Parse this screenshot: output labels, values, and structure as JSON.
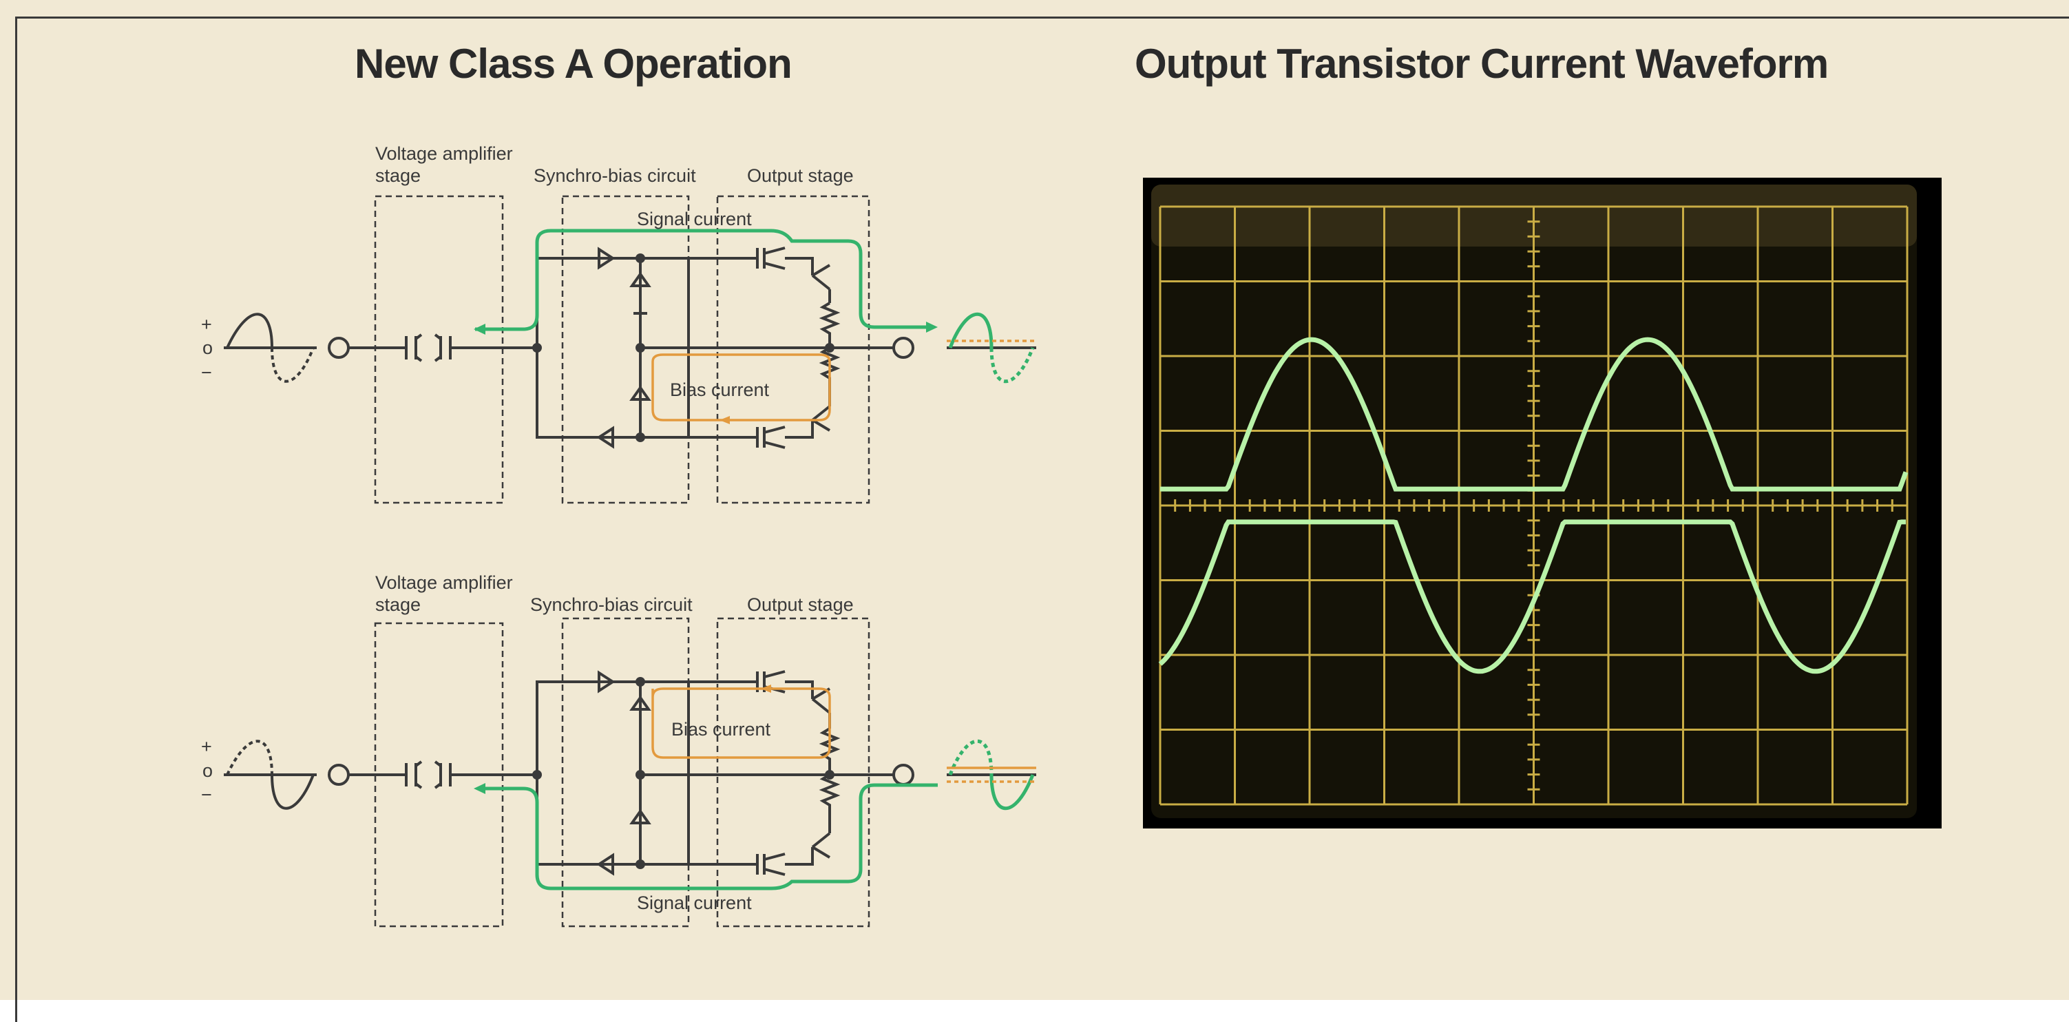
{
  "titles": {
    "left": "New Class A Operation",
    "right": "Output Transistor Current Waveform"
  },
  "circuit_top": {
    "stage_voltage_line1": "Voltage amplifier",
    "stage_voltage_line2": "stage",
    "stage_synchro": "Synchro-bias circuit",
    "stage_output": "Output stage",
    "signal_current": "Signal current",
    "bias_current": "Bias current",
    "input_plus": "+",
    "input_zero": "o",
    "input_minus": "−"
  },
  "circuit_bottom": {
    "stage_voltage_line1": "Voltage amplifier",
    "stage_voltage_line2": "stage",
    "stage_synchro": "Synchro-bias circuit",
    "stage_output": "Output stage",
    "signal_current": "Signal current",
    "bias_current": "Bias current",
    "input_plus": "+",
    "input_zero": "o",
    "input_minus": "−"
  },
  "colors": {
    "background": "#f1e9d4",
    "signal_current": "#34b36c",
    "bias_current": "#e39a3e",
    "scope_screen": "#141207",
    "scope_grid": "#c9ad45",
    "scope_trace": "#b8f2a8"
  },
  "oscilloscope": {
    "grid_columns": 10,
    "grid_rows": 8
  }
}
